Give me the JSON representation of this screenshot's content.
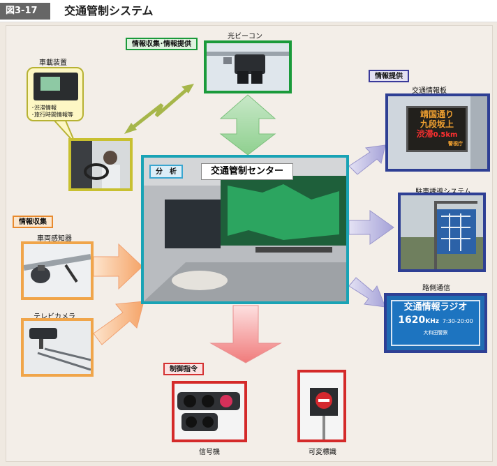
{
  "header": {
    "figure_number": "図3-17",
    "title": "交通管制システム"
  },
  "tags": {
    "collect_provide": "情報収集･情報提供",
    "provide": "情報提供",
    "collect": "情報収集",
    "control": "制御指令",
    "analysis": "分　析"
  },
  "labels": {
    "beacon": "光ビーコン",
    "onboard": "車載装置",
    "traffic_board": "交通情報板",
    "parking": "駐車誘導システム",
    "roadside_comm": "路側通信",
    "detector": "車両感知器",
    "tv_camera": "テレビカメラ",
    "signal": "信号機",
    "variable_sign": "可変標識"
  },
  "center": {
    "title": "交通管制センター"
  },
  "onboard_bubble": {
    "line1": "･渋滞情報",
    "line2": "･旅行時間情報等"
  },
  "sign_board": {
    "row1": "靖国通り",
    "row2": "九段坂上",
    "row3_left": "渋滞",
    "row3_right": "0.5km",
    "footer": "警視庁"
  },
  "radio_sign": {
    "line1": "交通情報ラジオ",
    "freq": "1620",
    "unit": "KHz",
    "hours": "7:30-20:00",
    "footer": "大和田警察"
  }
}
